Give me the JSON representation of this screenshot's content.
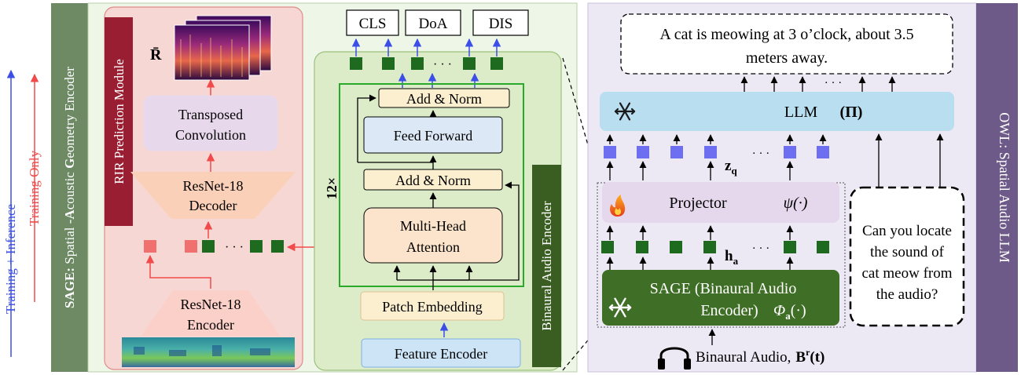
{
  "legend": {
    "train_infer": "Training + Inference",
    "train_only": "Training Only"
  },
  "sage": {
    "title_bold1": "SAGE:",
    "title_rest1": " Spatial -",
    "title_bold2": "A",
    "title_rest2": "coustic ",
    "title_bold3": "G",
    "title_rest3": "eometry Encoder",
    "rir_module": "RIR Prediction Module",
    "r_bar": "R̄",
    "transposed_line1": "Transposed",
    "transposed_line2": "Convolution",
    "decoder_line1": "ResNet-18",
    "decoder_line2": "Decoder",
    "encoder_line1": "ResNet-18",
    "encoder_line2": "Encoder",
    "dots": "· · ·"
  },
  "binaural": {
    "title": "Binaural Audio Encoder",
    "cls": "CLS",
    "doa": "DoA",
    "dis": "DIS",
    "add_norm_top": "Add & Norm",
    "feed_forward": "Feed  Forward",
    "add_norm_bottom": "Add & Norm",
    "mha_line1": "Multi-Head",
    "mha_line2": "Attention",
    "repeat": "12×",
    "patch_embedding": "Patch Embedding",
    "feature_encoder": "Feature Encoder",
    "dots": "· · ·"
  },
  "owl": {
    "title": "OWL: Spatial Audio LLM",
    "output_line1": "A cat is meowing at 3 o’clock, about 3.5",
    "output_line2": "meters away.",
    "llm": "LLM",
    "llm_param": "(Π)",
    "zq": "z",
    "zq_sub": "q",
    "projector": "Projector",
    "psi": "ψ(·)",
    "ha": "h",
    "ha_sub": "a",
    "sage_line1": "SAGE (Binaural Audio",
    "sage_line2": "Encoder)",
    "phi": "Φ",
    "phi_sub": "a",
    "phi_arg": "(·)",
    "question_line1": "Can you locate",
    "question_line2": "the sound of",
    "question_line3": "cat meow from",
    "question_line4": "the audio?",
    "input_label": "Binaural Audio,",
    "input_symbol": "B",
    "input_sup": "r",
    "input_arg": "(t)",
    "dots": "· · ·"
  },
  "colors": {
    "sage_strip": "#6d8a64",
    "rir_panel": "#f6d7d3",
    "rir_title": "#9a1e32",
    "binaural_panel": "#e3f0d8",
    "binaural_title": "#3a5e22",
    "owl_panel": "#ece9f5",
    "owl_strip": "#6e5a88",
    "llm_box": "#b9def0",
    "projector_box": "#e6d8ec",
    "sage_box": "#3f6e26",
    "green_token": "#1e6a1e",
    "blue_token": "#6e6ef0",
    "red_token": "#f07070",
    "blue_arrow": "#3b4ee8",
    "red_arrow": "#f24a4a"
  }
}
